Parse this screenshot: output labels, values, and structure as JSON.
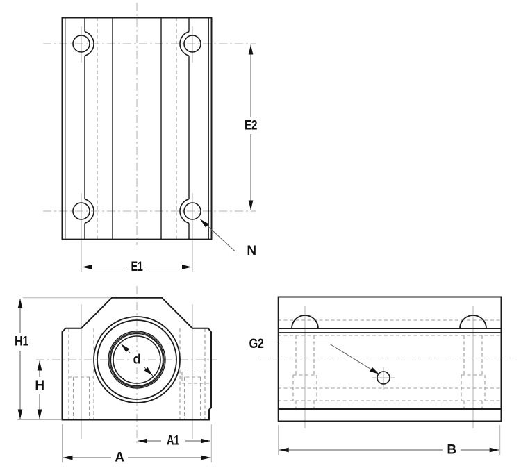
{
  "labels": {
    "e2": "E2",
    "e1": "E1",
    "n": "N",
    "h1": "H1",
    "h": "H",
    "d": "d",
    "a1": "A1",
    "a": "A",
    "g2": "G2",
    "b": "B"
  },
  "colors": {
    "outline": "#1c1c1c",
    "hidden_line": "#9c9c9c",
    "center_line": "#b2b2b2",
    "dimension_line": "#5a5a5a",
    "arrow": "#111111",
    "background": "#ffffff"
  }
}
